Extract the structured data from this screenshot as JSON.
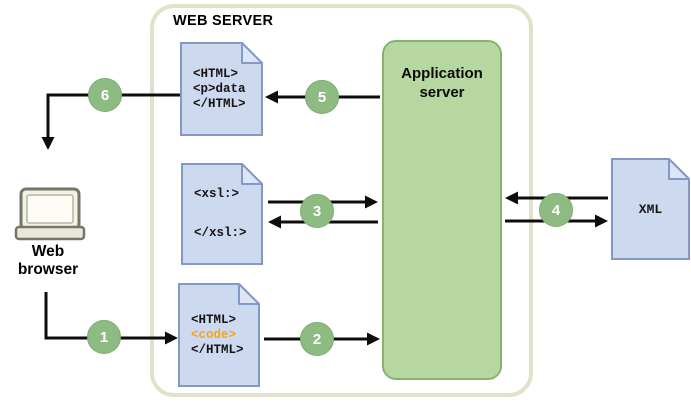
{
  "diagram": {
    "container_label": "WEB SERVER",
    "nodes": {
      "web_browser": {
        "label": "Web browser",
        "icon": "laptop-icon"
      },
      "application_server": {
        "label": "Application server"
      },
      "html_output_doc": {
        "lines": [
          "<HTML>",
          "<p>data",
          "</HTML>"
        ]
      },
      "xsl_doc": {
        "lines": [
          "<xsl:>",
          "",
          "</xsl:>"
        ]
      },
      "html_code_doc": {
        "lines": [
          "<HTML>",
          "<code>",
          "</HTML>"
        ],
        "highlighted_line": "<code>"
      },
      "xml_doc": {
        "label": "XML"
      }
    },
    "steps": [
      "1",
      "2",
      "3",
      "4",
      "5",
      "6"
    ],
    "flow": [
      {
        "step": "1",
        "from": "web_browser",
        "to": "html_code_doc"
      },
      {
        "step": "2",
        "from": "html_code_doc",
        "to": "application_server"
      },
      {
        "step": "3",
        "between": [
          "xsl_doc",
          "application_server"
        ],
        "bidirectional": true
      },
      {
        "step": "4",
        "between": [
          "application_server",
          "xml_doc"
        ],
        "bidirectional": true
      },
      {
        "step": "5",
        "from": "application_server",
        "to": "html_output_doc"
      },
      {
        "step": "6",
        "from": "html_output_doc",
        "to": "web_browser"
      }
    ],
    "colors": {
      "container_border": "#e4e1ca",
      "app_server_fill": "#b6d8a0",
      "app_server_border": "#87b372",
      "step_badge_fill": "#8dbb82",
      "document_fill": "#cdd9ee",
      "document_fold_fill": "#dde6f5",
      "document_border": "#8199c4",
      "code_highlight": "#f5a41f",
      "arrow": "#0d0d0d",
      "laptop_base_fill": "#eae8d8"
    }
  }
}
